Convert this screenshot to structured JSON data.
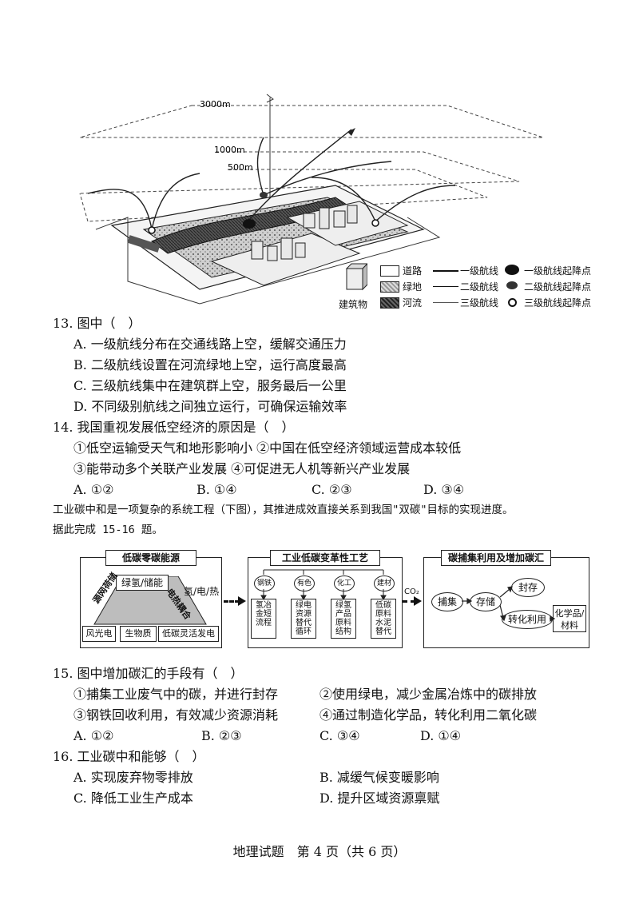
{
  "figure1": {
    "altitudes": [
      "3000m",
      "1000m",
      "500m"
    ],
    "legend": [
      {
        "label": "道路",
        "swatch": "road"
      },
      {
        "label": "一级航线",
        "swatch": "line1"
      },
      {
        "label": "一级航线起降点",
        "swatch": "dot1"
      },
      {
        "label": "绿地",
        "swatch": "green"
      },
      {
        "label": "二级航线",
        "swatch": "line2"
      },
      {
        "label": "二级航线起降点",
        "swatch": "dot2"
      },
      {
        "label": "建筑物",
        "swatch": "building"
      },
      {
        "label": "河流",
        "swatch": "river"
      },
      {
        "label": "三级航线",
        "swatch": "line3"
      },
      {
        "label": "三级航线起降点",
        "swatch": "dot3"
      }
    ]
  },
  "q13": {
    "stem": "13. 图中（　）",
    "options": [
      "A. 一级航线分布在交通线路上空，缓解交通压力",
      "B. 二级航线设置在河流绿地上空，运行高度最高",
      "C. 三级航线集中在建筑群上空，服务最后一公里",
      "D. 不同级别航线之间独立运行，可确保运输效率"
    ]
  },
  "q14": {
    "stem": "14. 我国重视发展低空经济的原因是（　）",
    "line1": "①低空运输受天气和地形影响小 ②中国在低空经济领域运营成本较低",
    "line2": "③能带动多个关联产业发展 ④可促进无人机等新兴产业发展",
    "options": [
      "A. ①②",
      "B. ①④",
      "C. ②③",
      "D. ③④"
    ]
  },
  "intro": {
    "line1": "工业碳中和是一项复杂的系统工程（下图），其推进成效直接关系到我国\"双碳\"目标的实现进度。",
    "line2": "据此完成 15-16 题。"
  },
  "figure2": {
    "box1_title": "低碳零碳能源",
    "box1_top": "绿氢/储能",
    "box1_left_diag": "源网荷储",
    "box1_right_diag": "电热耦合",
    "box1_bottom": [
      "风光电",
      "生物质",
      "低碳灵活发电"
    ],
    "arrow1_label": "氢/电/热",
    "box2_title": "工业低碳变革性工艺",
    "box2_circles": [
      "钢铁",
      "有色",
      "化工",
      "建材"
    ],
    "box2_columns": [
      "氢冶金短流程",
      "绿电资源替代循环",
      "绿氢产品原料结构",
      "低碳原料水泥替代"
    ],
    "arrow2_label": "CO₂",
    "box3_title": "碳捕集利用及增加碳汇",
    "box3_nodes": [
      "捕集",
      "存储",
      "封存",
      "转化利用"
    ],
    "box3_product": "化学品/材料"
  },
  "q15": {
    "stem": "15. 图中增加碳汇的手段有（　）",
    "items": [
      "①捕集工业废气中的碳，并进行封存",
      "②使用绿电，减少金属冶炼中的碳排放",
      "③钢铁回收利用，有效减少资源消耗",
      "④通过制造化学品，转化利用二氧化碳"
    ],
    "options": [
      "A. ①②",
      "B. ②③",
      "C. ③④",
      "D. ①④"
    ]
  },
  "q16": {
    "stem": "16. 工业碳中和能够（　）",
    "options": [
      "A. 实现废弃物零排放",
      "B. 减缓气候变暖影响",
      "C. 降低工业生产成本",
      "D. 提升区域资源禀赋"
    ]
  },
  "footer": "地理试题　第 4 页（共 6 页）"
}
